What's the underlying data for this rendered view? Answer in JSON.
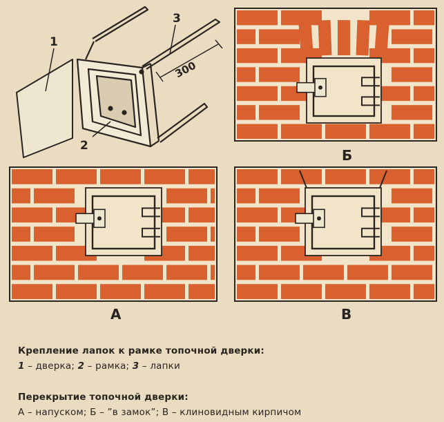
{
  "colors": {
    "background": "#e9dcc0",
    "brick": "#d8612f",
    "mortar": "#f1e4c8",
    "line": "#2a2420",
    "door_panel": "#efe6d0"
  },
  "figure": {
    "callouts": [
      "1",
      "2",
      "3"
    ],
    "dimension": "300"
  },
  "panels": [
    {
      "letter": "Б"
    },
    {
      "letter": "А"
    },
    {
      "letter": "В"
    }
  ],
  "captions": {
    "fastening_title": "Крепление лапок к рамке топочной дверки:",
    "fastening_items": [
      {
        "num": "1",
        "text": " – дверка; "
      },
      {
        "num": "2",
        "text": " – рамка; "
      },
      {
        "num": "3",
        "text": " – лапки"
      }
    ],
    "overlap_title": "Перекрытие топочной дверки:",
    "overlap_text": "А – напуском;  Б – ”в замок”; В –  клиновидным кирпичом"
  }
}
